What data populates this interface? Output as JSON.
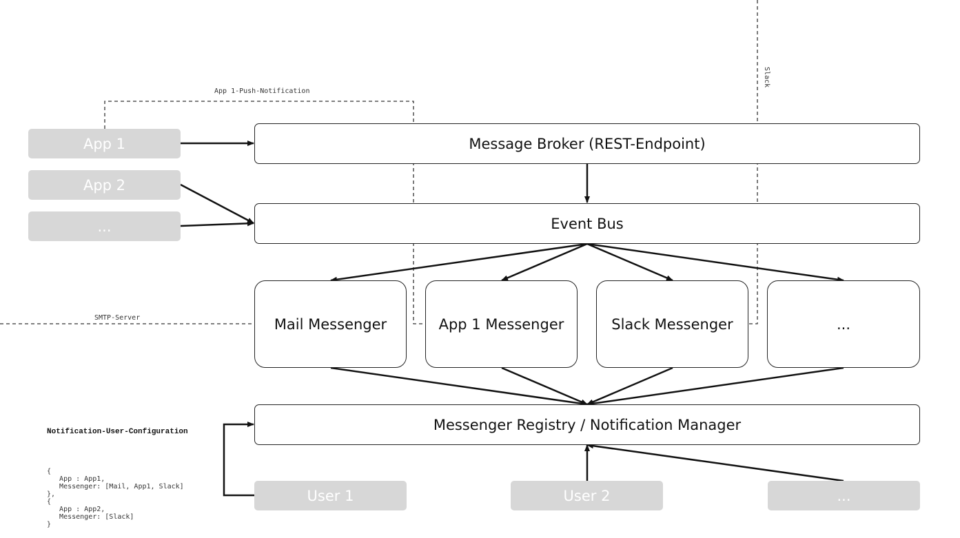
{
  "connection_labels": {
    "push_notification": "App 1-Push-Notification",
    "slack": "Slack",
    "smtp": "SMTP-Server"
  },
  "apps": [
    {
      "label": "App 1"
    },
    {
      "label": "App 2"
    },
    {
      "label": "..."
    }
  ],
  "message_broker": {
    "label": "Message Broker (REST-Endpoint)"
  },
  "event_bus": {
    "label": "Event Bus"
  },
  "messengers": [
    {
      "label": "Mail Messenger"
    },
    {
      "label": "App 1 Messenger"
    },
    {
      "label": "Slack Messenger"
    },
    {
      "label": "..."
    }
  ],
  "registry": {
    "label": "Messenger Registry / Notification Manager"
  },
  "users": [
    {
      "label": "User 1"
    },
    {
      "label": "User 2"
    },
    {
      "label": "..."
    }
  ],
  "config": {
    "title": "Notification-User-Configuration",
    "code": "{\n   App : App1,\n   Messenger: [Mail, App1, Slack]\n},\n{\n   App : App2,\n   Messenger: [Slack]\n}"
  }
}
